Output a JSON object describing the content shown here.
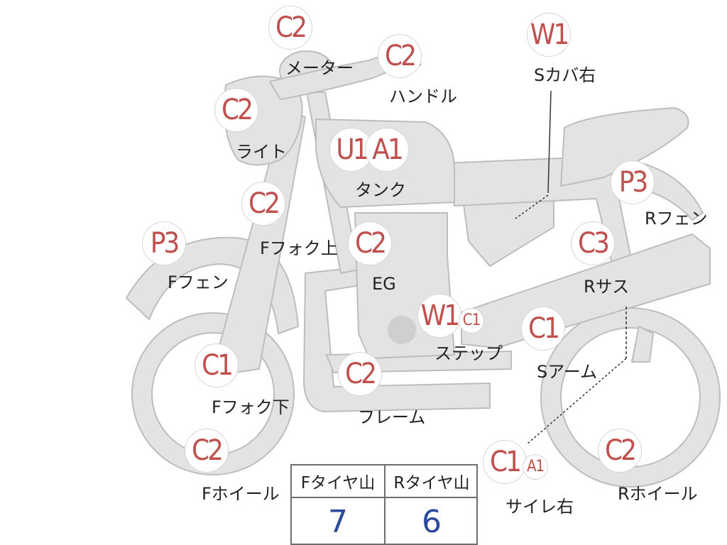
{
  "colors": {
    "body_fill": "#e3e3e3",
    "outline": "#bdbdbd",
    "badge_text": "#c0504d",
    "value_text": "#2b4a9c"
  },
  "parts": [
    {
      "code": "C2",
      "label": "メーター"
    },
    {
      "code": "C2",
      "label": "ハンドル"
    },
    {
      "code": "W1",
      "label": "Sカバ右"
    },
    {
      "code": "C2",
      "label": "ライト"
    },
    {
      "code": "U1",
      "code2": "A1",
      "label": "タンク"
    },
    {
      "code": "C2",
      "label": "Fフォク上"
    },
    {
      "code": "P3",
      "label": "Rフェン"
    },
    {
      "code": "P3",
      "label": "Fフェン"
    },
    {
      "code": "C2",
      "label": "EG"
    },
    {
      "code": "C3",
      "label": "Rサス"
    },
    {
      "code": "W1",
      "code2": "C1",
      "label": "ステップ"
    },
    {
      "code": "C1",
      "label": "Sアーム"
    },
    {
      "code": "C1",
      "label": "Fフォク下"
    },
    {
      "code": "C2",
      "label": "フレーム"
    },
    {
      "code": "C2",
      "label": "Fホイール"
    },
    {
      "code": "C1",
      "code2": "A1",
      "label": "サイレ右"
    },
    {
      "code": "C2",
      "label": "Rホイール"
    }
  ],
  "tread": {
    "front_label": "Fタイヤ山",
    "rear_label": "Rタイヤ山",
    "front_value": "7",
    "rear_value": "6"
  }
}
